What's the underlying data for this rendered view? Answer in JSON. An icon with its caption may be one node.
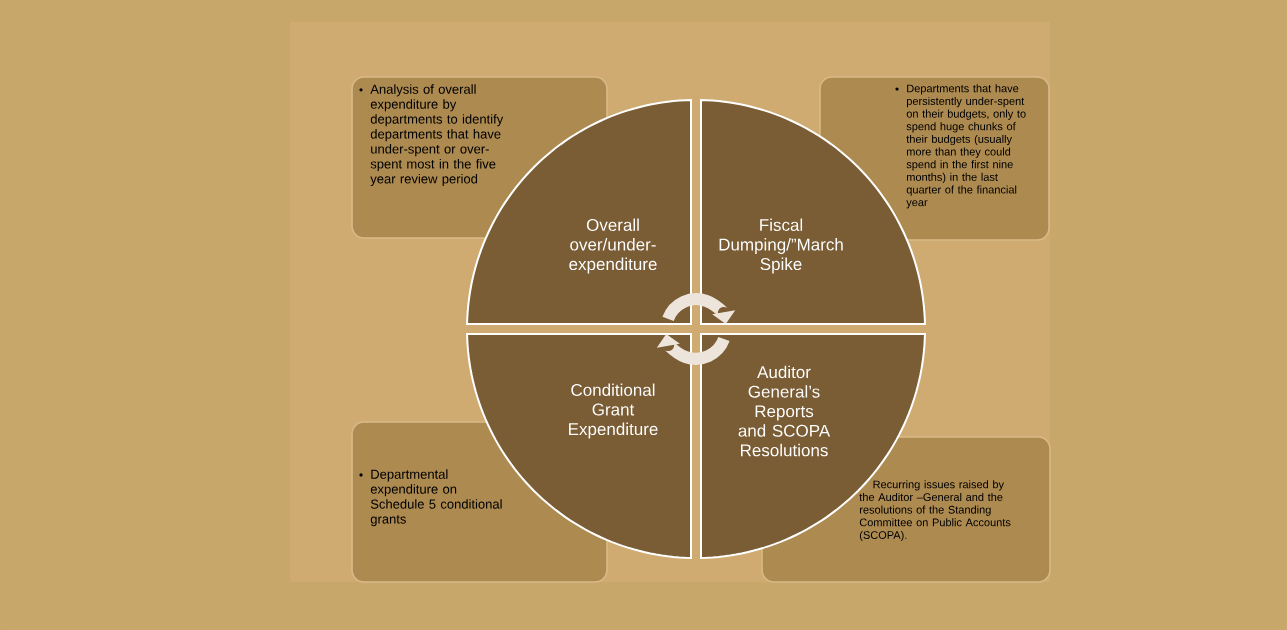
{
  "diagram": {
    "nodes": [
      {
        "text": [
          "Analysis of overall expenditure by departments to identify departments that have under-spent or over-spent most in the five year review period"
        ]
      },
      {
        "text": [
          "Overall over/under-expenditure"
        ]
      },
      {
        "text": [
          "Fiscal Dumping/”March Spike"
        ]
      },
      {
        "text": [
          "Departments that have persistently under-spent on their budgets, only to spend huge chunks of their budgets (usually more than they could spend in the first nine months) in the last quarter of the financial year"
        ]
      },
      {
        "text": [
          "Conditional Grant Expenditure"
        ]
      },
      {
        "text": [
          "Auditor General’s Reports and SCOPA Resolutions"
        ]
      },
      {
        "text": [
          "Departmental expenditure on Schedule 5 conditional grants"
        ]
      },
      {
        "text": [
          "Recurring issues raised by the Auditor –General and the resolutions of the Standing Committee on Public Accounts (SCOPA)."
        ]
      }
    ],
    "edges": [
      {
        "from": 1,
        "to": 2,
        "arrow": "to"
      },
      {
        "from": 5,
        "to": 4,
        "arrow": "to"
      }
    ]
  }
}
